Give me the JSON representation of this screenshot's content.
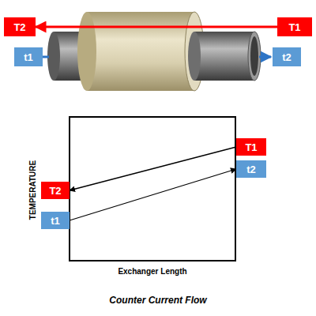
{
  "diagram": {
    "caption": "Counter Current Flow",
    "nodes": [
      {
        "text": [
          "T2"
        ]
      },
      {
        "text": [
          "T1"
        ]
      },
      {
        "text": [
          "t1"
        ]
      },
      {
        "text": [
          "t2"
        ]
      },
      {
        "text": [
          "T1"
        ]
      },
      {
        "text": [
          "t2"
        ]
      },
      {
        "text": [
          "T2"
        ]
      },
      {
        "text": [
          "t1"
        ]
      }
    ],
    "edges": [
      {
        "from": 1,
        "to": 0,
        "arrow": "to"
      },
      {
        "from": 4,
        "to": 6,
        "arrow": "to"
      },
      {
        "from": 7,
        "to": 5,
        "arrow": "to"
      }
    ],
    "labels": [
      "TEMPERATURE",
      "Exchanger Length"
    ]
  }
}
